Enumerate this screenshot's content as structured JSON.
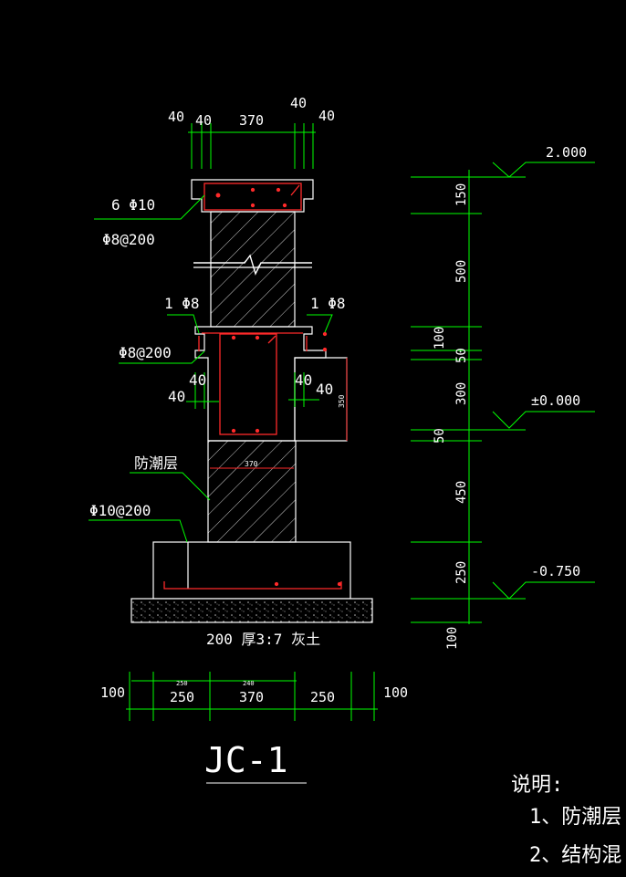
{
  "drawing": {
    "title": "JC-1",
    "colors": {
      "background": "#000000",
      "outline": "#ffffff",
      "dimension": "#00ff00",
      "rebar": "#ff2a2a",
      "hatch": "#ffffff"
    },
    "top_dims": {
      "a": "40",
      "b": "40",
      "c": "370",
      "d": "40",
      "e": "40"
    },
    "labels": {
      "bars_top": "6 Φ10",
      "stirrup_top": "Φ8@200",
      "bar_left": "1 Φ8",
      "bar_right": "1 Φ8",
      "stirrup_mid": "Φ8@200",
      "mid_left_a": "40",
      "mid_left_b": "40",
      "mid_right_a": "40",
      "mid_right_b": "40",
      "beam_height": "350",
      "wall_width": "370",
      "damp_course": "防潮层",
      "footing_bar": "Φ10@200",
      "base_layer": "200  厚3:7  灰土"
    },
    "right_dims": [
      "150",
      "500",
      "100",
      "50",
      "300",
      "50",
      "450",
      "250",
      "100"
    ],
    "elevations": {
      "top": "2.000",
      "zero": "±0.000",
      "bottom": "-0.750"
    },
    "bottom_dims": {
      "outer_left": "100",
      "left": "250",
      "middle": "370",
      "right": "250",
      "outer_right": "100",
      "small_a": "250",
      "small_b": "240"
    },
    "notes": {
      "heading": "说明:",
      "item_1": "1、防潮层",
      "item_2": "2、结构混"
    }
  }
}
